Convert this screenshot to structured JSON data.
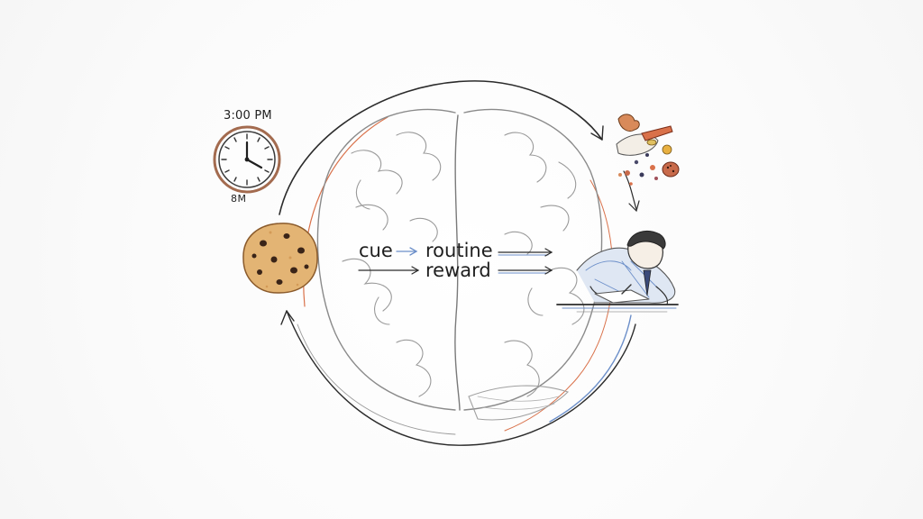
{
  "clock": {
    "time_label": "3:00 PM",
    "suffix_label": "8M",
    "icon": "clock-icon"
  },
  "loop": {
    "cue_label": "cue",
    "routine_label": "routine",
    "reward_label": "reward"
  },
  "icons": {
    "brain": "brain-icon",
    "cookie": "cookie-icon",
    "snacks": "snacks-icon",
    "student": "student-at-desk-icon"
  },
  "colors": {
    "line": "#2b2b2b",
    "accent_orange": "#d9714a",
    "accent_blue": "#6c8fc9",
    "cookie": "#d9a964",
    "clock_rim": "#a36b4f"
  }
}
